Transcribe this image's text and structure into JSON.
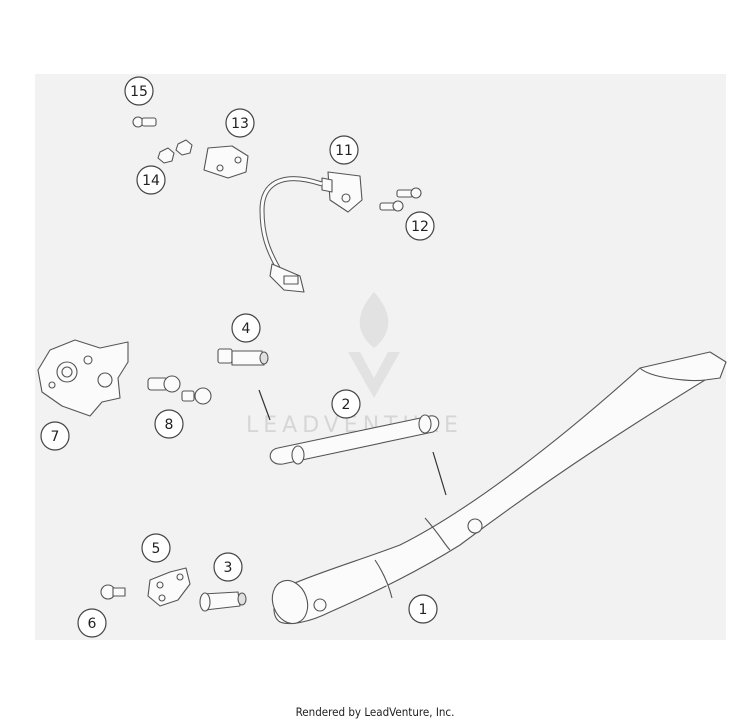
{
  "diagram": {
    "callouts": [
      {
        "id": "callout-1",
        "label": "1"
      },
      {
        "id": "callout-2",
        "label": "2"
      },
      {
        "id": "callout-3",
        "label": "3"
      },
      {
        "id": "callout-4",
        "label": "4"
      },
      {
        "id": "callout-5",
        "label": "5"
      },
      {
        "id": "callout-6",
        "label": "6"
      },
      {
        "id": "callout-7",
        "label": "7"
      },
      {
        "id": "callout-8",
        "label": "8"
      },
      {
        "id": "callout-11",
        "label": "11"
      },
      {
        "id": "callout-12",
        "label": "12"
      },
      {
        "id": "callout-13",
        "label": "13"
      },
      {
        "id": "callout-14",
        "label": "14"
      },
      {
        "id": "callout-15",
        "label": "15"
      }
    ]
  },
  "watermark": {
    "text": "LEADVENTURE"
  },
  "footer": {
    "text": "Rendered by LeadVenture, Inc."
  }
}
